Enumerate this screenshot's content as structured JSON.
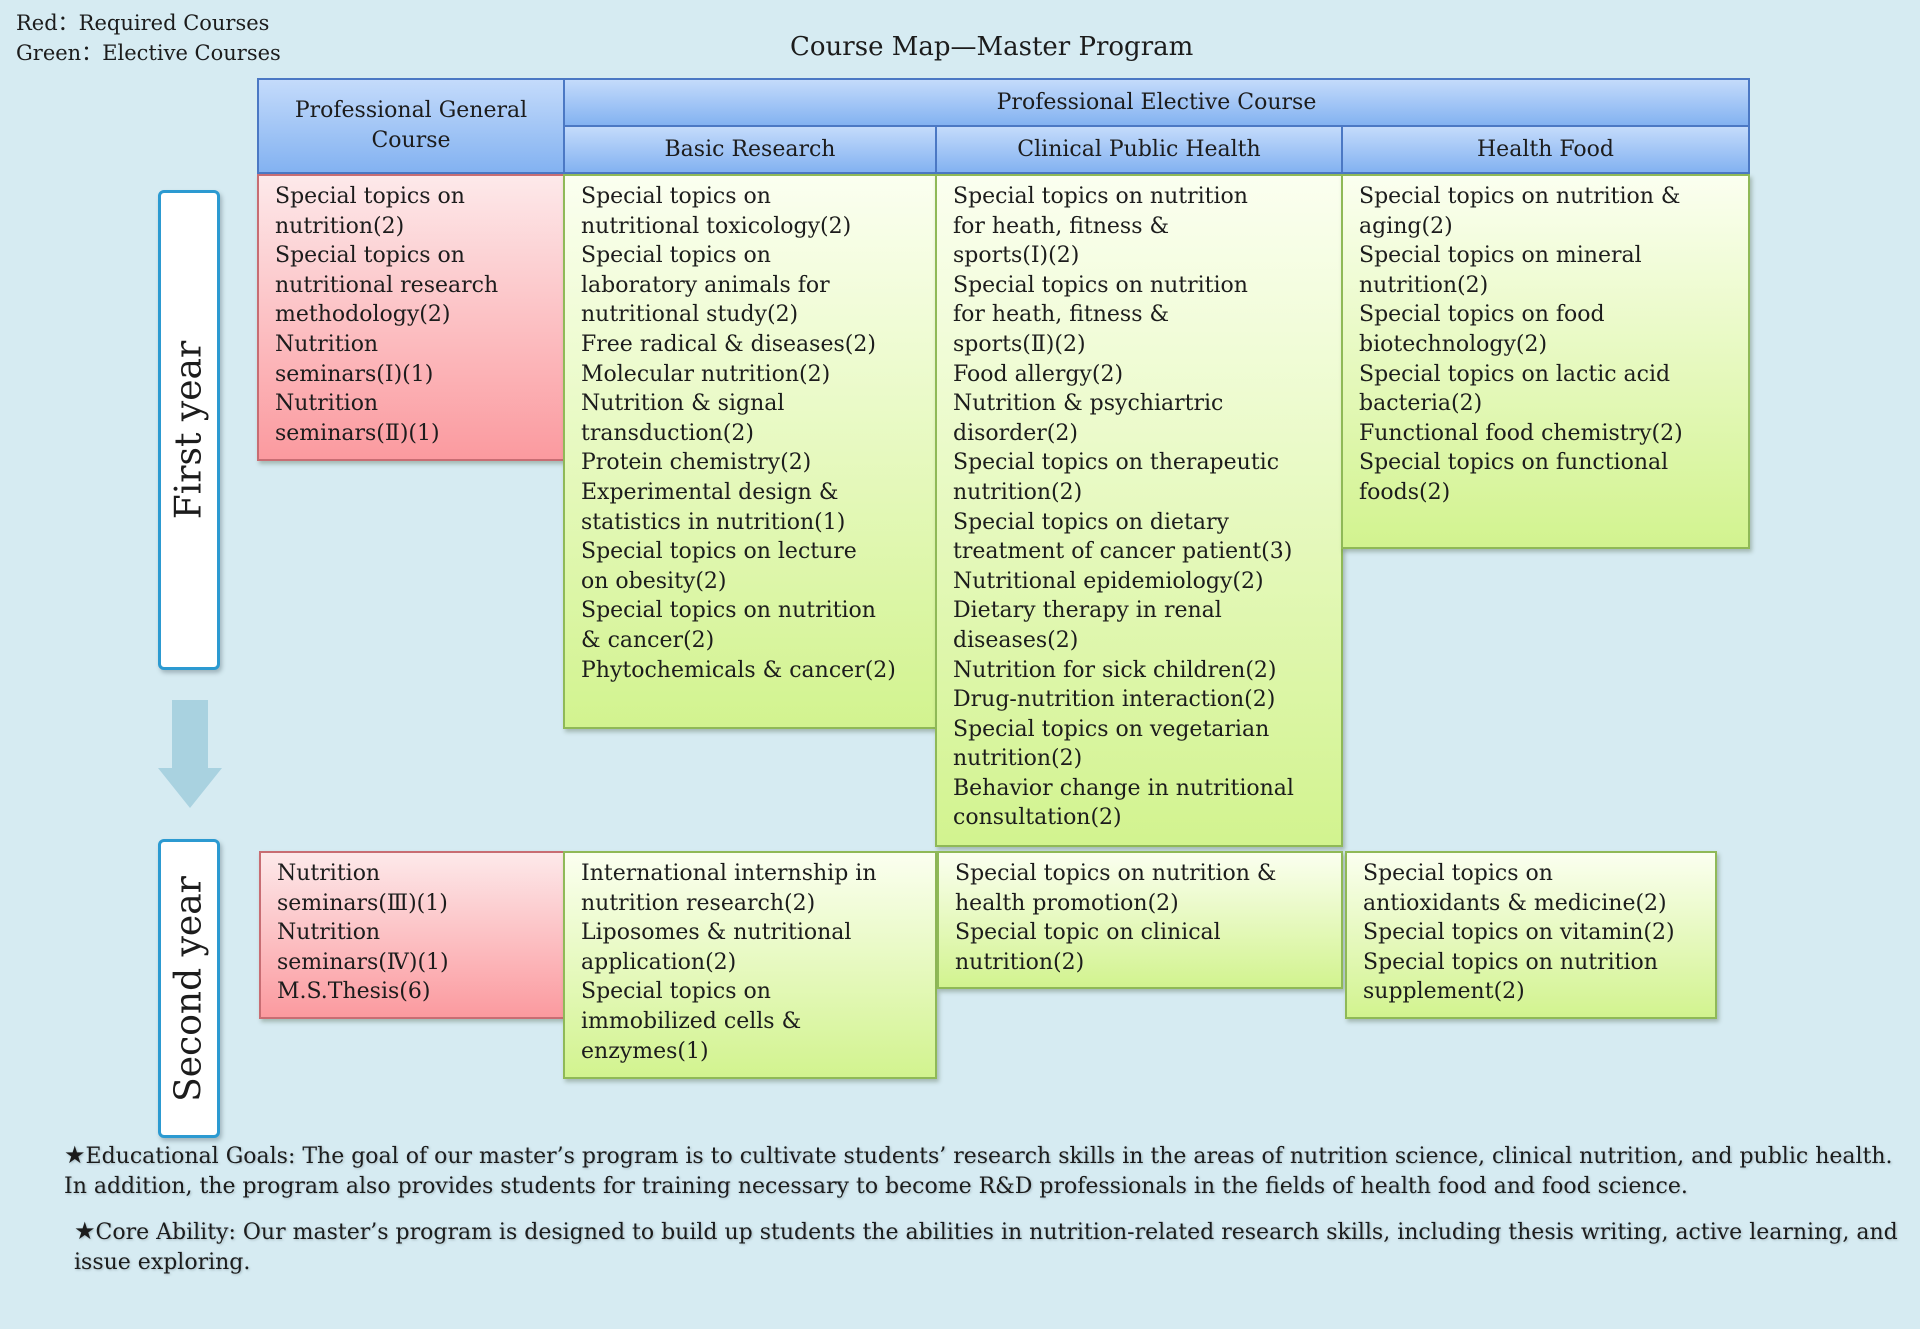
{
  "legend": {
    "red": "Red：Required Courses",
    "green": "Green：Elective Courses"
  },
  "title": "Course Map—Master Program",
  "headers": {
    "general": "Professional General Course",
    "elective": "Professional Elective Course",
    "basic": "Basic Research",
    "clinical": "Clinical Public Health",
    "food": "Health Food"
  },
  "years": {
    "first": "First year",
    "second": "Second year"
  },
  "first_year": {
    "general": "Special topics on\nnutrition(2)\nSpecial topics on\nnutritional research\nmethodology(2)\nNutrition\nseminars(Ⅰ)(1)\nNutrition\nseminars(Ⅱ)(1)",
    "basic": "Special topics on\nnutritional toxicology(2)\nSpecial topics on\nlaboratory animals for\nnutritional study(2)\nFree radical & diseases(2)\nMolecular nutrition(2)\nNutrition & signal\ntransduction(2)\nProtein chemistry(2)\nExperimental design &\nstatistics in nutrition(1)\nSpecial topics on lecture\non obesity(2)\nSpecial topics on nutrition\n& cancer(2)\nPhytochemicals & cancer(2)",
    "clinical": "Special topics on nutrition\nfor heath, fitness &\nsports(Ⅰ)(2)\nSpecial topics on nutrition\nfor heath, fitness &\nsports(Ⅱ)(2)\nFood allergy(2)\nNutrition & psychiartric\ndisorder(2)\nSpecial topics on therapeutic\nnutrition(2)\nSpecial topics on dietary\ntreatment of cancer patient(3)\nNutritional epidemiology(2)\nDietary therapy in renal\ndiseases(2)\nNutrition for sick children(2)\nDrug-nutrition interaction(2)\nSpecial topics on vegetarian\nnutrition(2)\nBehavior change in nutritional\nconsultation(2)",
    "food": "Special topics on nutrition &\naging(2)\nSpecial topics on mineral\nnutrition(2)\nSpecial topics on food\nbiotechnology(2)\nSpecial topics on lactic acid\nbacteria(2)\nFunctional food chemistry(2)\nSpecial topics on functional\nfoods(2)"
  },
  "second_year": {
    "general": "Nutrition\nseminars(Ⅲ)(1)\nNutrition\nseminars(Ⅳ)(1)\nM.S.Thesis(6)",
    "basic": "International internship in\nnutrition research(2)\nLiposomes & nutritional\napplication(2)\nSpecial topics on\nimmobilized cells &\nenzymes(1)",
    "clinical": "Special topics on nutrition &\nhealth promotion(2)\nSpecial topic on clinical\nnutrition(2)",
    "food": "Special topics on\nantioxidants & medicine(2)\nSpecial topics on vitamin(2)\nSpecial topics on nutrition\nsupplement(2)"
  },
  "notes": {
    "star": "★",
    "goals": "Educational Goals: The goal of our master’s program is to cultivate students’ research skills in the areas of nutrition science, clinical nutrition, and public health. In addition, the program also provides students for training necessary to become R&D professionals in the fields of health food and food science.",
    "core": "Core Ability: Our master’s program is designed to build up students the abilities in nutrition-related research skills, including thesis writing, active learning, and issue exploring."
  },
  "colors": {
    "required": "#fb9a9f",
    "elective": "#d2f38f",
    "header": "#83b2f1",
    "year_border": "#2c9ad1",
    "arrow": "#a9d2e0"
  }
}
